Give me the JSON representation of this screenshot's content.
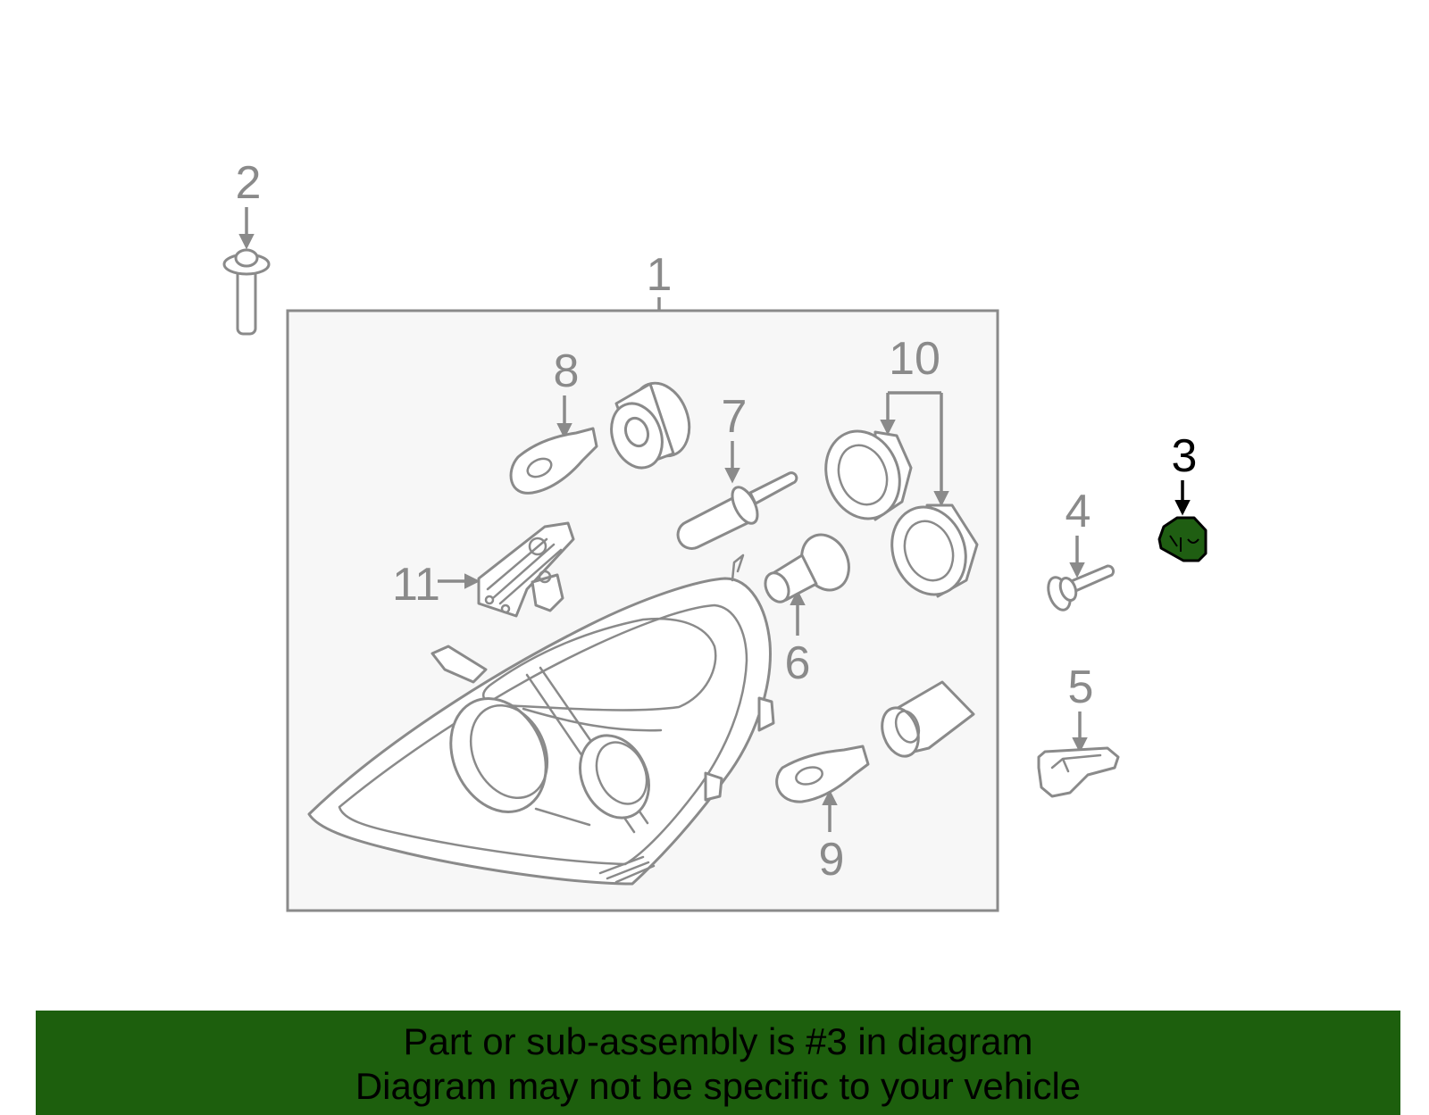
{
  "banner": {
    "line1": "Part or sub-assembly is #3 in diagram",
    "line2": "Diagram may not be specific to your vehicle",
    "background": "#1d5f0d"
  },
  "colors": {
    "highlight_part": "#1f5e12",
    "line_gray": "#8a8a8a",
    "panel_fill": "#f7f7f7"
  },
  "callouts": {
    "c1": "1",
    "c2": "2",
    "c3": "3",
    "c4": "4",
    "c5": "5",
    "c6": "6",
    "c7": "7",
    "c8": "8",
    "c9": "9",
    "c10": "10",
    "c11": "11"
  },
  "highlighted_callout": "3"
}
